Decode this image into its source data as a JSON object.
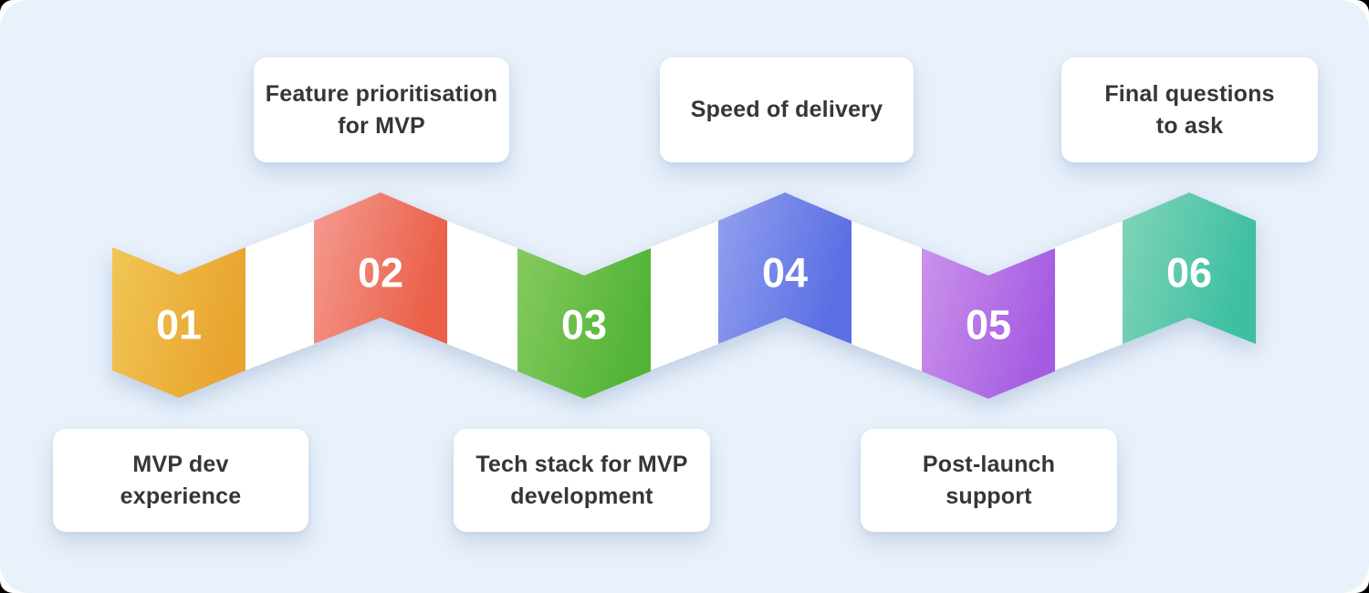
{
  "canvas": {
    "background_color": "#E9F1FB",
    "surface_under_color": "#FDFDFA",
    "corner_color": "#000000"
  },
  "ribbon": {
    "band_color": "#FFFFFF",
    "number_color": "#FFFFFF"
  },
  "steps": [
    {
      "number": "01",
      "label": "MVP dev experience",
      "label_lines": [
        "MVP dev",
        "experience"
      ],
      "label_position": "below",
      "orientation": "point-down",
      "colors": {
        "from": "#F1C654",
        "to": "#E8A42E"
      }
    },
    {
      "number": "02",
      "label": "Feature prioritisation for MVP",
      "label_lines": [
        "Feature prioritisation",
        "for MVP"
      ],
      "label_position": "above",
      "orientation": "point-up",
      "colors": {
        "from": "#F49B92",
        "to": "#EA6048"
      }
    },
    {
      "number": "03",
      "label": "Tech stack for MVP development",
      "label_lines": [
        "Tech stack for MVP",
        "development"
      ],
      "label_position": "below",
      "orientation": "point-down",
      "colors": {
        "from": "#85CA5F",
        "to": "#52B436"
      }
    },
    {
      "number": "04",
      "label": "Speed of delivery",
      "label_lines": [
        "Speed of delivery"
      ],
      "label_position": "above",
      "orientation": "point-up",
      "colors": {
        "from": "#93A0EE",
        "to": "#5A6FE4"
      }
    },
    {
      "number": "05",
      "label": "Post-launch support",
      "label_lines": [
        "Post-launch",
        "support"
      ],
      "label_position": "below",
      "orientation": "point-down",
      "colors": {
        "from": "#CB92EB",
        "to": "#A55CE2"
      }
    },
    {
      "number": "06",
      "label": "Final questions to ask",
      "label_lines": [
        "Final questions",
        "to ask"
      ],
      "label_position": "above",
      "orientation": "point-up",
      "colors": {
        "from": "#82D4B8",
        "to": "#3DBFA2"
      }
    }
  ]
}
